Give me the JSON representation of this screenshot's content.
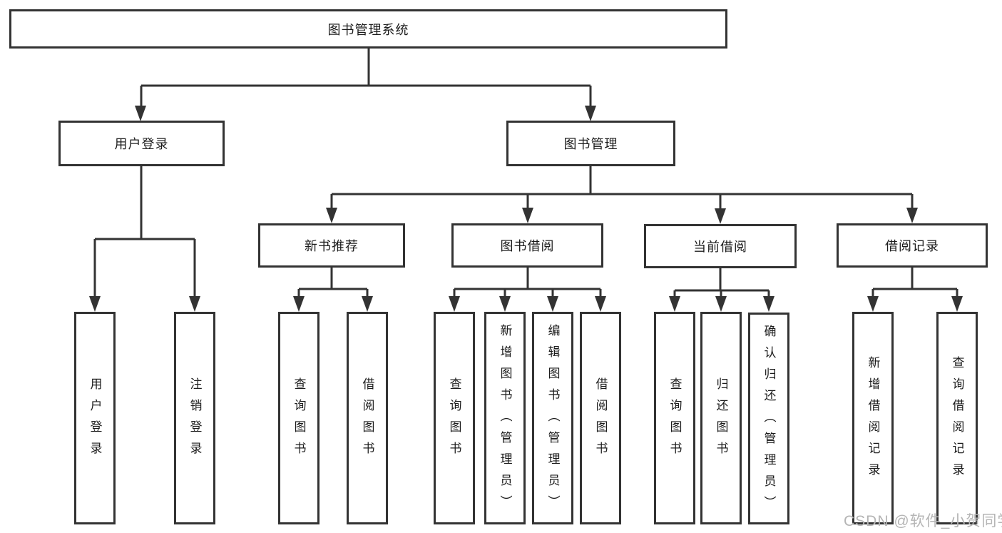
{
  "diagram_title": "图书管理系统",
  "tree": {
    "label": "图书管理系统",
    "children": [
      {
        "label": "用户登录",
        "children": [
          {
            "label": "用户登录"
          },
          {
            "label": "注销登录"
          }
        ]
      },
      {
        "label": "图书管理",
        "children": [
          {
            "label": "新书推荐",
            "children": [
              {
                "label": "查询图书"
              },
              {
                "label": "借阅图书"
              }
            ]
          },
          {
            "label": "图书借阅",
            "children": [
              {
                "label": "查询图书"
              },
              {
                "label": "新增图书（管理员）"
              },
              {
                "label": "编辑图书（管理员）"
              },
              {
                "label": "借阅图书"
              }
            ]
          },
          {
            "label": "当前借阅",
            "children": [
              {
                "label": "查询图书"
              },
              {
                "label": "归还图书"
              },
              {
                "label": "确认归还（管理员）"
              }
            ]
          },
          {
            "label": "借阅记录",
            "children": [
              {
                "label": "新增借阅记录"
              },
              {
                "label": "查询借阅记录"
              }
            ]
          }
        ]
      }
    ]
  },
  "watermark": {
    "text": "CSDN @软件_小贺同学"
  },
  "colors": {
    "line": "#333333",
    "box_border": "#333333",
    "text": "#1c1c1c",
    "watermark": "#b5b5b5",
    "background": "#ffffff"
  }
}
